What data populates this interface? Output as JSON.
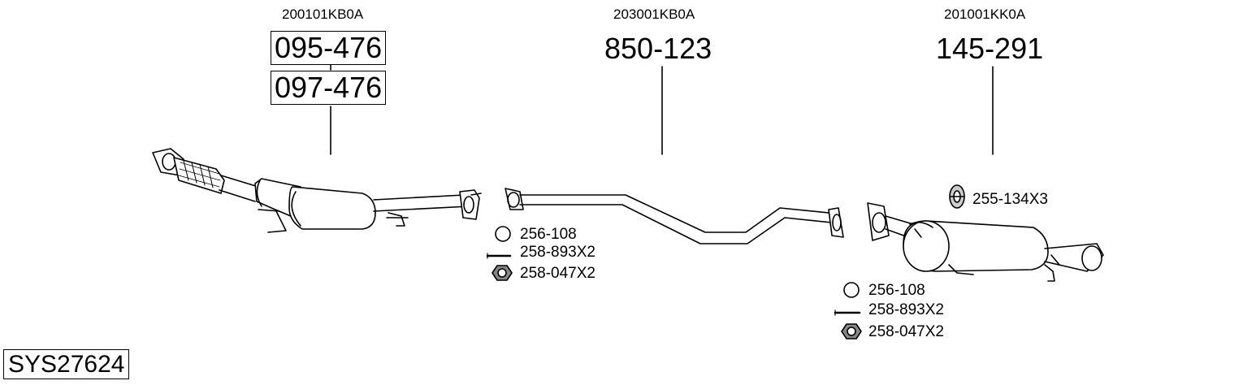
{
  "diagram": {
    "system_code": "SYS27624",
    "groups": [
      {
        "oem": "200101KB0A",
        "part_numbers": [
          "095-476",
          "097-476"
        ]
      },
      {
        "oem": "203001KB0A",
        "part_numbers": [
          "850-123"
        ]
      },
      {
        "oem": "201001KK0A",
        "part_numbers": [
          "145-291"
        ]
      }
    ],
    "accessories": [
      {
        "part": "256-108",
        "icon": "gasket-ring-icon"
      },
      {
        "part": "258-893X2",
        "icon": "bolt-icon"
      },
      {
        "part": "258-047X2",
        "icon": "nut-icon"
      },
      {
        "part": "256-108",
        "icon": "gasket-ring-icon"
      },
      {
        "part": "258-893X2",
        "icon": "bolt-icon"
      },
      {
        "part": "258-047X2",
        "icon": "nut-icon"
      },
      {
        "part": "255-134X3",
        "icon": "rubber-hanger-icon"
      }
    ]
  }
}
